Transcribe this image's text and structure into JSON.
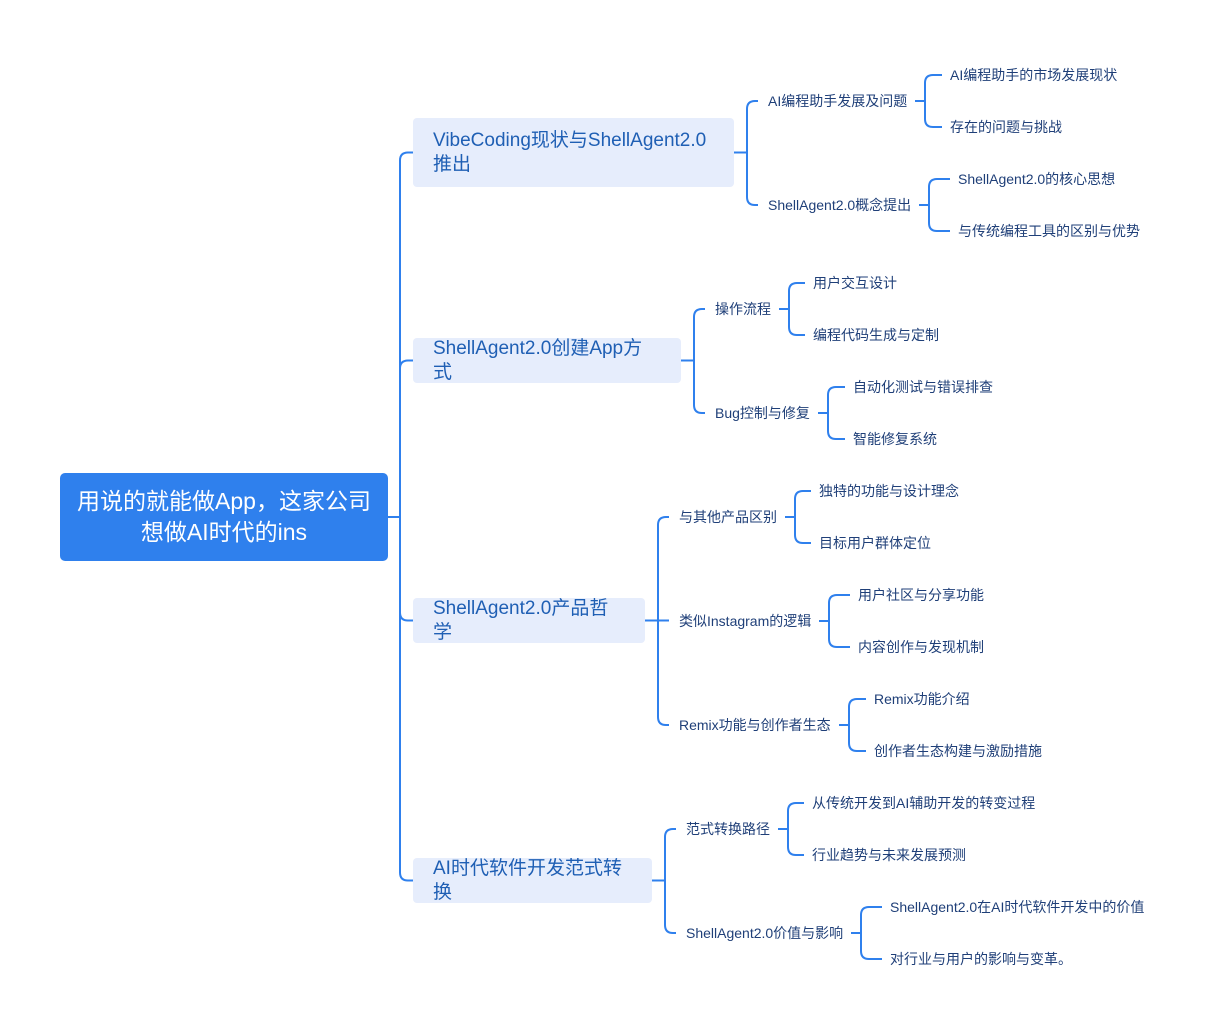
{
  "root": {
    "label": "用说的就能做App，这家公司想做AI时代的ins"
  },
  "branches": [
    {
      "label": "VibeCoding现状与ShellAgent2.0推出",
      "children": [
        {
          "label": "AI编程助手发展及问题",
          "children": [
            "AI编程助手的市场发展现状",
            "存在的问题与挑战"
          ]
        },
        {
          "label": "ShellAgent2.0概念提出",
          "children": [
            "ShellAgent2.0的核心思想",
            "与传统编程工具的区别与优势"
          ]
        }
      ]
    },
    {
      "label": "ShellAgent2.0创建App方式",
      "children": [
        {
          "label": "操作流程",
          "children": [
            "用户交互设计",
            "编程代码生成与定制"
          ]
        },
        {
          "label": "Bug控制与修复",
          "children": [
            "自动化测试与错误排查",
            "智能修复系统"
          ]
        }
      ]
    },
    {
      "label": "ShellAgent2.0产品哲学",
      "children": [
        {
          "label": "与其他产品区别",
          "children": [
            "独特的功能与设计理念",
            "目标用户群体定位"
          ]
        },
        {
          "label": "类似Instagram的逻辑",
          "children": [
            "用户社区与分享功能",
            "内容创作与发现机制"
          ]
        },
        {
          "label": "Remix功能与创作者生态",
          "children": [
            "Remix功能介绍",
            "创作者生态构建与激励措施"
          ]
        }
      ]
    },
    {
      "label": "AI时代软件开发范式转换",
      "children": [
        {
          "label": "范式转换路径",
          "children": [
            "从传统开发到AI辅助开发的转变过程",
            "行业趋势与未来发展预测"
          ]
        },
        {
          "label": "ShellAgent2.0价值与影响",
          "children": [
            "ShellAgent2.0在AI时代软件开发中的价值",
            "对行业与用户的影响与变革。"
          ]
        }
      ]
    }
  ],
  "colors": {
    "root_fill": "#2f80ed",
    "branch_fill": "#e6edfc",
    "line": "#2f80ed",
    "branch_text": "#1f5fb4",
    "leaf_text": "#1f3f78"
  }
}
